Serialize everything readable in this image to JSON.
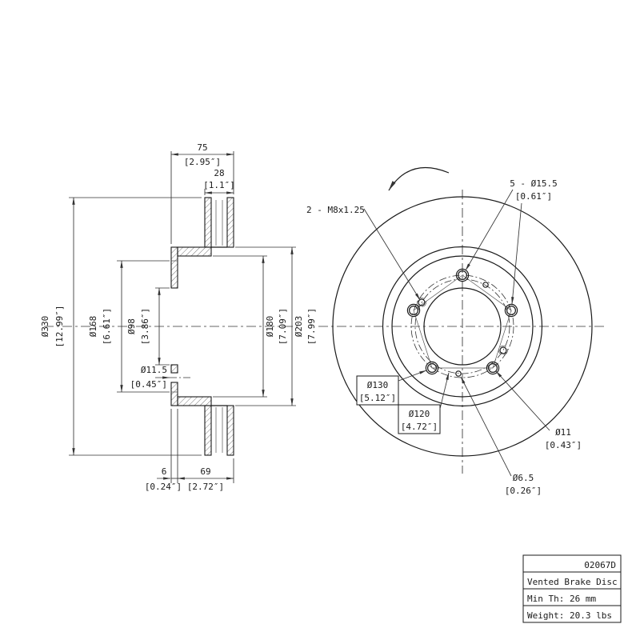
{
  "drawing": {
    "section": {
      "width_mm": "75",
      "width_in": "[2.95″]",
      "thickness_mm": "28",
      "thickness_in": "[1.1″]",
      "outer_dia_mm": "Ø330",
      "outer_dia_in": "[12.99″]",
      "hat_step_dia_mm": "Ø168",
      "hat_step_dia_in": "[6.61″]",
      "bore_dia_mm": "Ø98",
      "bore_dia_in": "[3.86″]",
      "bolt_hole_dia_mm": "Ø11.5",
      "bolt_hole_dia_in": "[0.45″]",
      "hat_inner_dia_mm": "Ø180",
      "hat_inner_dia_in": "[7.09″]",
      "hat_outer_dia_mm": "Ø203",
      "hat_outer_dia_in": "[7.99″]",
      "flange_mm": "6",
      "flange_in": "[0.24″]",
      "offset_mm": "69",
      "offset_in": "[2.72″]"
    },
    "front": {
      "thread_callout": "2 - M8x1.25",
      "lug_holes_mm": "5 - Ø15.5",
      "lug_holes_in": "[0.61″]",
      "bolt_circle1_mm": "Ø130",
      "bolt_circle1_in": "[5.12″]",
      "bolt_circle2_mm": "Ø120",
      "bolt_circle2_in": "[4.72″]",
      "hole_11_mm": "Ø11",
      "hole_11_in": "[0.43″]",
      "hole_65_mm": "Ø6.5",
      "hole_65_in": "[0.26″]"
    }
  },
  "title_block": {
    "part_number": "02067D",
    "product_name": "Vented Brake Disc",
    "min_thickness": "Min Th: 26 mm",
    "weight": "Weight: 20.3 lbs"
  }
}
